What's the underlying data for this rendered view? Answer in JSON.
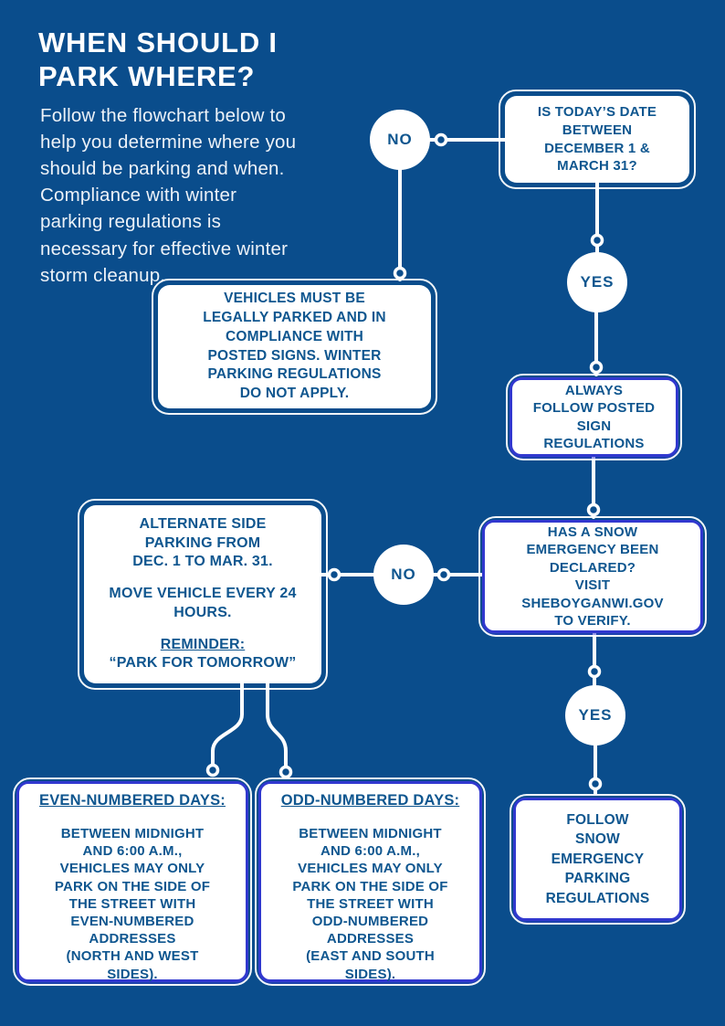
{
  "header": {
    "title": "WHEN SHOULD I\nPARK WHERE?",
    "intro": "Follow the flowchart below to\nhelp you determine where you\nshould be parking and when.\nCompliance with winter\nparking regulations is\nnecessary for effective winter\nstorm cleanup."
  },
  "labels": {
    "no": "NO",
    "yes": "YES"
  },
  "flow": {
    "q_date": "IS TODAY’S DATE\nBETWEEN\nDECEMBER 1 &\nMARCH 31?",
    "vehicles": "VEHICLES MUST BE\nLEGALLY PARKED AND IN\nCOMPLIANCE WITH\nPOSTED SIGNS. WINTER\nPARKING REGULATIONS\nDO NOT APPLY.",
    "always": "ALWAYS\nFOLLOW POSTED\nSIGN\nREGULATIONS",
    "q_snow": "HAS A SNOW\nEMERGENCY BEEN\nDECLARED?\nVISIT\nSHEBOYGANWI.GOV\nTO VERIFY.",
    "alternate": {
      "part1": "ALTERNATE SIDE\nPARKING FROM\nDEC. 1 TO MAR. 31.",
      "part2": "MOVE VEHICLE EVERY 24\nHOURS.",
      "reminder_label": "REMINDER:",
      "reminder_text": "“PARK FOR TOMORROW”"
    },
    "follow_snow": "FOLLOW\nSNOW\nEMERGENCY\nPARKING\nREGULATIONS",
    "even": {
      "heading": "EVEN-NUMBERED DAYS:",
      "body": "BETWEEN MIDNIGHT\nAND 6:00 A.M.,\nVEHICLES MAY ONLY\nPARK ON THE SIDE OF\nTHE STREET WITH\nEVEN-NUMBERED\nADDRESSES\n(NORTH AND WEST\nSIDES)."
    },
    "odd": {
      "heading": "ODD-NUMBERED DAYS:",
      "body": "BETWEEN MIDNIGHT\nAND 6:00 A.M.,\nVEHICLES MAY ONLY\nPARK ON THE SIDE OF\nTHE STREET WITH\nODD-NUMBERED\nADDRESSES\n(EAST AND SOUTH\nSIDES)."
    }
  },
  "colors": {
    "background": "#0A4D8C",
    "box_text": "#0F568F",
    "box_fill": "#FFFFFF",
    "accent_border": "#3138CF",
    "connector": "#FFFFFF"
  }
}
